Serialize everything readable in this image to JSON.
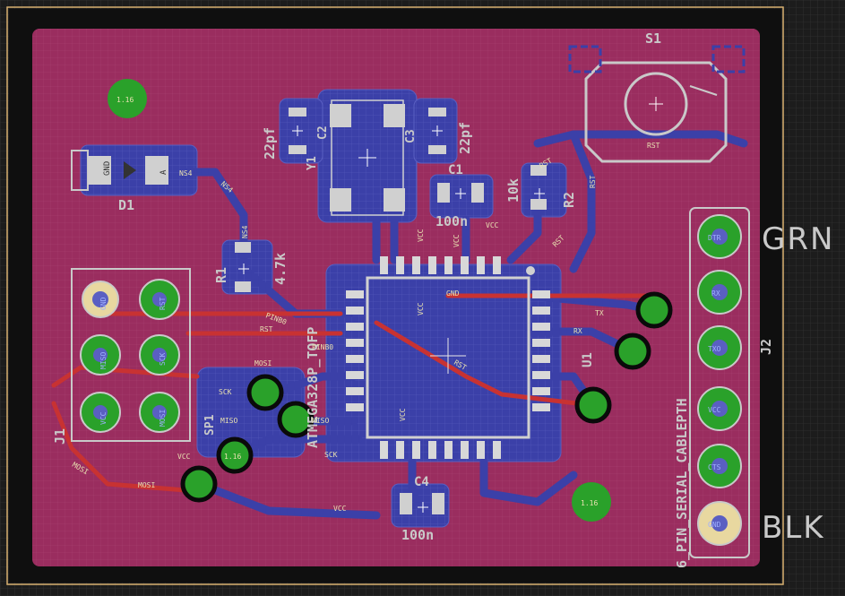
{
  "board": {
    "colors": {
      "background": "#1c1c1c",
      "grid": "#3a3a3a",
      "board_fill": "#9a2d5f",
      "bottom_copper": "#3b40a8",
      "top_copper": "#c83232",
      "via_green": "#2aa12a",
      "silk": "#c9c9c9",
      "frame": "#d8b070"
    }
  },
  "labels": {
    "s1": "S1",
    "y1": "Y1",
    "c2": "C2",
    "c3": "C3",
    "c1": "C1",
    "c4": "C4",
    "c2_val": "22pf",
    "c3_val": "22pf",
    "r2_val": "10k",
    "r2": "R2",
    "r1": "R1",
    "r1_val": "4.7k",
    "d1": "D1",
    "c1_val": "100n",
    "c4_val": "100n",
    "u1": "U1",
    "mcu": "ATMEGA328P_TQFP",
    "j1": "J1",
    "j2": "J2",
    "sp1": "SP1",
    "conn": "6_PIN_SERIAL_CABLEPTH",
    "grn": "GRN",
    "blk": "BLK",
    "via_116_a": "1.16",
    "via_116_b": "1.16",
    "via_116_c": "1.16"
  },
  "nets": {
    "rst_a": "RST",
    "rst_b": "RST",
    "rst_c": "RST",
    "rst_d": "RST",
    "rst_e": "RST",
    "rst_f": "RST",
    "vcc_a": "VCC",
    "vcc_b": "VCC",
    "vcc_c": "VCC",
    "vcc_d": "VCC",
    "vcc_e": "VCC",
    "vcc_f": "VCC",
    "vcc_g": "VCC",
    "gnd": "GND",
    "tx": "TX",
    "rx": "RX",
    "mosi_a": "MOSI",
    "mosi_b": "MOSI",
    "mosi_c": "MOSI",
    "miso_a": "MISO",
    "miso_b": "MISO",
    "sck_a": "SCK",
    "sck_b": "SCK",
    "pinb0_a": "PINB0",
    "pinb0_b": "PINB0",
    "ns4_a": "NS4",
    "ns4_b": "NS4",
    "ns4_c": "NS4"
  },
  "j2_pins": [
    "DTR",
    "RX",
    "TXO",
    "VCC",
    "CTS",
    "GND"
  ],
  "j1_pins": [
    "MISO",
    "VCC",
    "SCK",
    "MOSI",
    "RST",
    "GND"
  ]
}
